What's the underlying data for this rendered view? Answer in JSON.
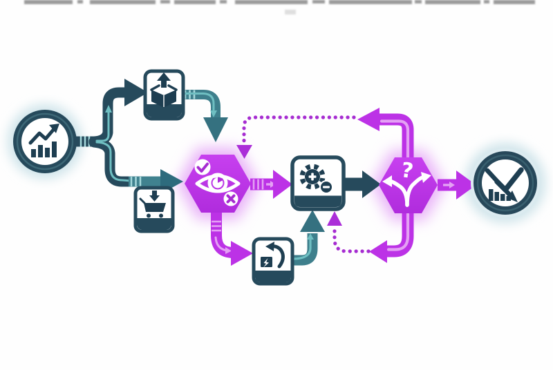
{
  "colors": {
    "dark": "#264a5c",
    "darker": "#1e3e51",
    "teal": "#3e7f8c",
    "tealDeep": "#357180",
    "tealBody": "#40828f",
    "tealArrowDark": "#2e6b7d",
    "tealLight": "#6fbfc2",
    "tealHash": "#a5d8dc",
    "purple": "#bc32e6",
    "purpleDeep": "#ab2ed8",
    "purpleDot": "#a62cd1",
    "purpleLight": "#e4a1f4",
    "glowPurple": "#e9b4f8",
    "glowTeal": "#cfe4ea",
    "artifact": "#3a3a3a"
  },
  "diagram": {
    "decision_label": "?",
    "nodes": [
      {
        "id": "metrics-source",
        "shape": "circle",
        "icon": "growth-chart-icon"
      },
      {
        "id": "outbound-package",
        "shape": "card",
        "icon": "box-up-arrow-icon"
      },
      {
        "id": "cart-intake",
        "shape": "card",
        "icon": "cart-down-arrow-icon"
      },
      {
        "id": "monitoring",
        "shape": "hexagon",
        "icon": "eye-check-x-icon"
      },
      {
        "id": "processing",
        "shape": "card",
        "icon": "gear-plus-minus-icon"
      },
      {
        "id": "retry",
        "shape": "card",
        "icon": "undo-lightning-icon"
      },
      {
        "id": "decision",
        "shape": "hexagon",
        "icon": "question-branch-icon"
      },
      {
        "id": "outcome",
        "shape": "circle",
        "icon": "declining-chart-check-icon"
      }
    ],
    "edges": [
      {
        "from": "metrics-source",
        "to": "outbound-package",
        "style": "solid",
        "color": "dark"
      },
      {
        "from": "metrics-source",
        "to": "monitoring",
        "style": "solid",
        "color": "teal",
        "via": "cart-intake"
      },
      {
        "from": "outbound-package",
        "to": "monitoring",
        "style": "solid",
        "color": "teal"
      },
      {
        "from": "monitoring",
        "to": "processing",
        "style": "solid",
        "color": "purple"
      },
      {
        "from": "monitoring",
        "to": "retry",
        "style": "solid",
        "color": "purple"
      },
      {
        "from": "retry",
        "to": "processing",
        "style": "solid",
        "color": "teal"
      },
      {
        "from": "processing",
        "to": "decision",
        "style": "solid",
        "color": "dark"
      },
      {
        "from": "decision",
        "to": "outcome",
        "style": "solid",
        "color": "purple"
      },
      {
        "from": "decision",
        "to": "monitoring",
        "style": "dotted",
        "color": "purple"
      },
      {
        "from": "decision",
        "to": "processing",
        "style": "dotted",
        "color": "purple"
      }
    ]
  }
}
